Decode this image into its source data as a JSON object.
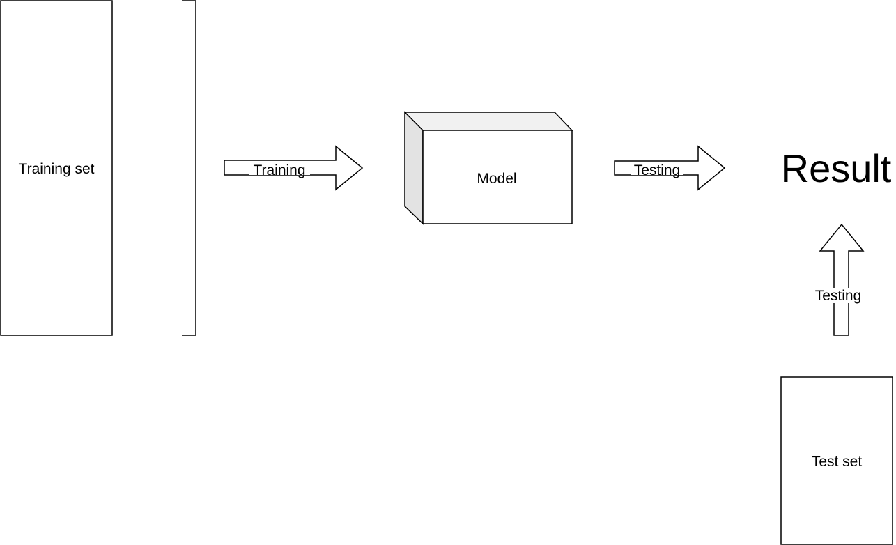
{
  "diagram": {
    "training_set_label": "Training set",
    "training_arrow_label": "Training",
    "model_label": "Model",
    "testing_arrow_label": "Testing",
    "result_label": "Result",
    "test_set_label": "Test set",
    "test_arrow_label": "Testing"
  },
  "colors": {
    "stroke": "#000000",
    "fill": "#ffffff",
    "cube_top": "#f1f1f1",
    "cube_side": "#e3e3e3"
  }
}
